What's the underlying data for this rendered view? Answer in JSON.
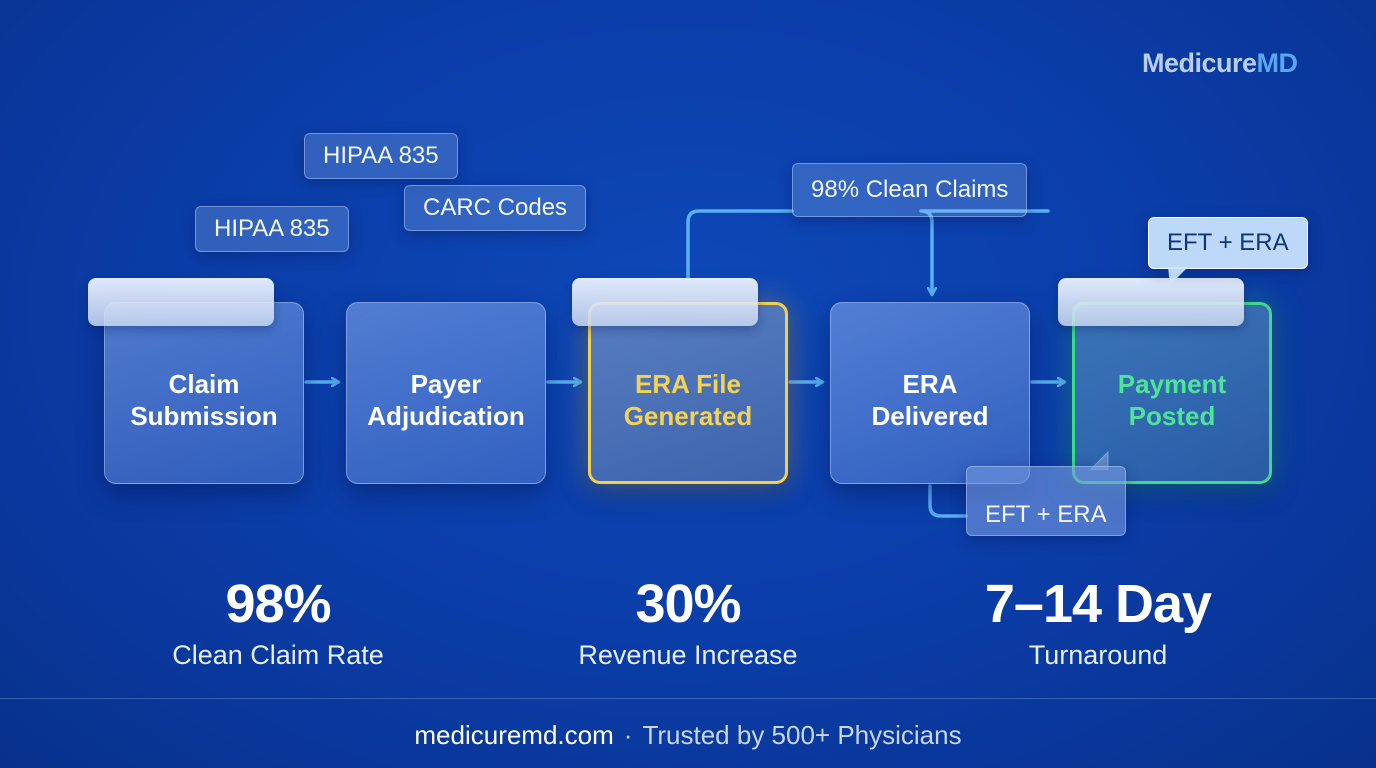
{
  "brand": {
    "part1": "Medicure",
    "part2": "MD"
  },
  "colors": {
    "arrow": "#5ab0f5",
    "highlight_yellow": "#f3cf4c",
    "highlight_green": "#3fd98a"
  },
  "tags": {
    "hipaa_upper": "HIPAA 835",
    "hipaa_lower": "HIPAA 835",
    "carc": "CARC Codes",
    "clean_claims": "98% Clean Claims",
    "eft_top": "EFT + ERA",
    "eft_bottom": "EFT + ERA"
  },
  "steps": [
    {
      "line1": "Claim",
      "line2": "Submission"
    },
    {
      "line1": "Payer",
      "line2": "Adjudication"
    },
    {
      "line1": "ERA File",
      "line2": "Generated"
    },
    {
      "line1": "ERA",
      "line2": "Delivered"
    },
    {
      "line1": "Payment",
      "line2": "Posted"
    }
  ],
  "stats": [
    {
      "value": "98%",
      "caption": "Clean Claim Rate"
    },
    {
      "value": "30%",
      "caption": "Revenue Increase"
    },
    {
      "value": "7–14 Day",
      "caption": "Turnaround"
    }
  ],
  "footer": {
    "site": "medicuremd.com",
    "separator": "·",
    "trust": "Trusted by 500+ Physicians"
  }
}
